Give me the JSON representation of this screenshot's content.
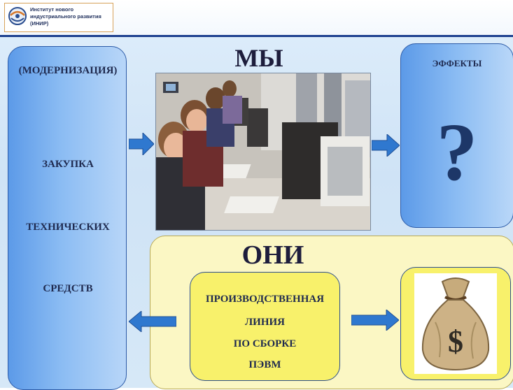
{
  "logo": {
    "text": "Институт нового\nиндустриального развития\n(ИНИР)"
  },
  "left_panel": {
    "line1": "(МОДЕРНИЗАЦИЯ)",
    "line2": "ЗАКУПКА",
    "line3": "ТЕХНИЧЕСКИХ",
    "line4": "СРЕДСТВ"
  },
  "we": {
    "title": "МЫ"
  },
  "effects": {
    "label": "ЭФФЕКТЫ",
    "question": "?"
  },
  "they": {
    "title": "ОНИ"
  },
  "production": {
    "lines": [
      "ПРОИЗВОДСТВЕННАЯ",
      "ЛИНИЯ",
      "ПО СБОРКЕ",
      "ПЭВМ"
    ]
  },
  "money_symbol": "$",
  "colors": {
    "header_rule": "#1c3f8e",
    "blue_panel": "#7fb3f0",
    "yellow_panel": "#fbf7c4",
    "yellow_box": "#f8f16b",
    "arrow": "#2f78cf"
  }
}
